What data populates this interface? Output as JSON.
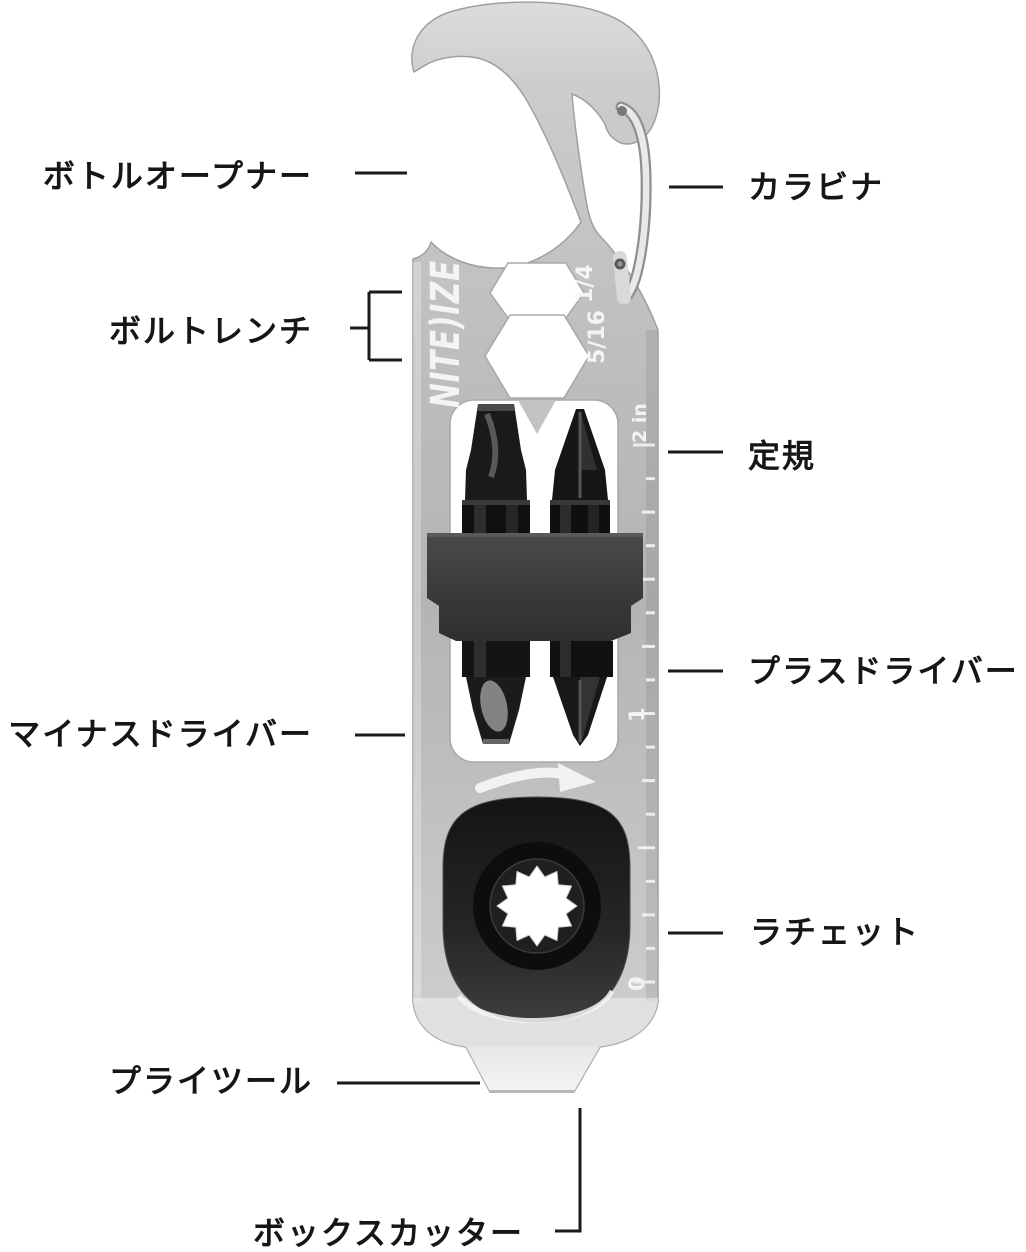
{
  "tool": {
    "brand_logo": "NITE)IZE",
    "hex_small_label": "1/4",
    "hex_large_label": "5/16",
    "ruler_top_label": "2 in",
    "ruler_mid_label": "1",
    "ruler_zero_label": "0"
  },
  "callouts": {
    "bottle_opener": {
      "text": "ボトルオープナー"
    },
    "carabiner": {
      "text": "カラビナ"
    },
    "bolt_wrench": {
      "text": "ボルトレンチ"
    },
    "ruler": {
      "text": "定規"
    },
    "phillips_screwdriver": {
      "text": "プラスドライバー"
    },
    "flathead_screwdriver": {
      "text": "マイナスドライバー"
    },
    "ratchet": {
      "text": "ラチェット"
    },
    "pry_tool": {
      "text": "プライツール"
    },
    "box_cutter": {
      "text": "ボックスカッター"
    }
  },
  "colors": {
    "background": "#ffffff",
    "label_text": "#161616",
    "connector_line": "#1a1a1a",
    "metal_light": "#dadada",
    "metal_mid": "#b9b9b9",
    "etched_marking": "#f4f4f4",
    "bit_dark": "#161616",
    "bit_holder": "#3e3e3e",
    "ratchet_housing": "#1e1e1e",
    "socket_hole": "#ffffff"
  }
}
